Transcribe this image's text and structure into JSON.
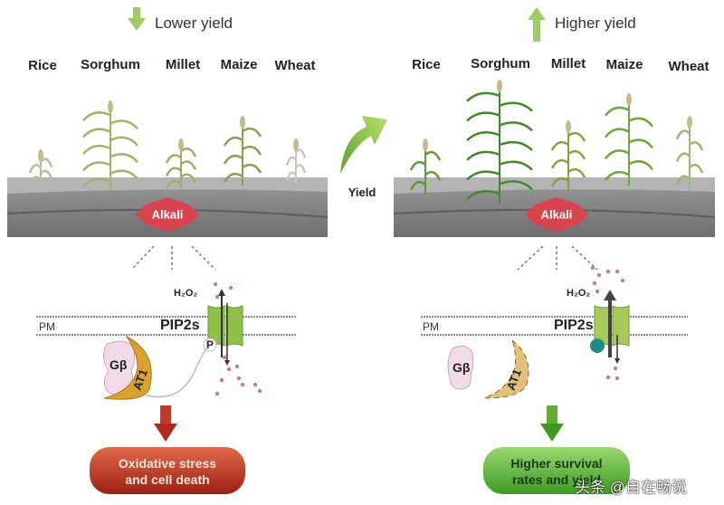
{
  "left_panel": {
    "header": "Lower yield",
    "crops": [
      "Rice",
      "Sorghum",
      "Millet",
      "Maize",
      "Wheat"
    ],
    "soil_label": "Alkali",
    "h2o2": "H₂O₂",
    "pm": "PM",
    "pip2s": "PIP2s",
    "phospho": "P",
    "gbeta": "Gβ",
    "at1": "AT1",
    "outcome": [
      "Oxidative stress",
      "and cell death"
    ]
  },
  "middle": {
    "yield_label": "Yield"
  },
  "right_panel": {
    "header": "Higher yield",
    "crops": [
      "Rice",
      "Sorghum",
      "Millet",
      "Maize",
      "Wheat"
    ],
    "soil_label": "Alkali",
    "h2o2": "H₂O₂",
    "pm": "PM",
    "pip2s": "PIP2s",
    "gbeta": "Gβ",
    "at1": "AT1",
    "outcome": [
      "Higher survival",
      "rates and yield"
    ]
  },
  "watermark": "头条 @自在畅说",
  "colors": {
    "soil": "#7d7d7d",
    "alkali": "#d9434e",
    "red_box": "#b52a1c",
    "green_box": "#4caf2e",
    "arrow_green": "#8bc34a",
    "channel": "#8fc04a",
    "at1": "#d9a22f",
    "gbeta": "#f1dbe6"
  }
}
